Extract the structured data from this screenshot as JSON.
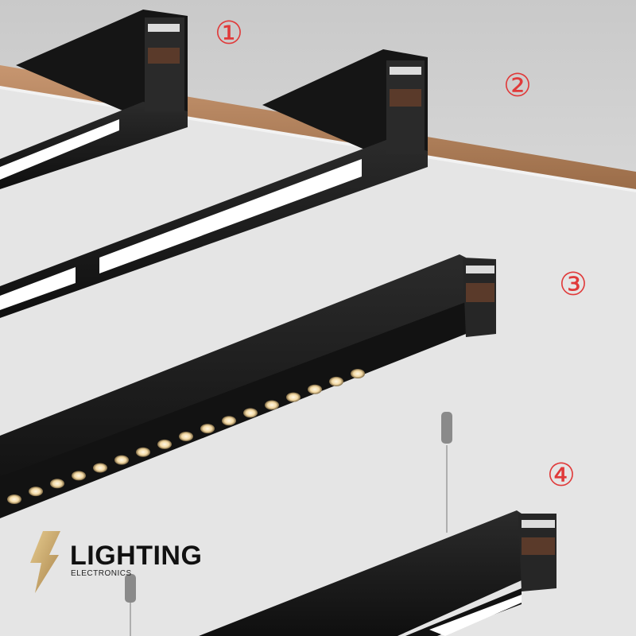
{
  "markers": {
    "m1": "①",
    "m2": "②",
    "m3": "③",
    "m4": "④"
  },
  "logo": {
    "name": "LIGHTING",
    "sub": "ELECTRONICS",
    "icon": "lightning-bolt-icon",
    "color_gold": "#c9a86a"
  },
  "colors": {
    "ceiling": "#d2d2d2",
    "wall": "#e6e6e6",
    "wood_trim": "#b07f5a",
    "fixture_black": "#1b1b1b",
    "light_glow": "#ffffff",
    "led_warm": "#f3d9a4"
  }
}
